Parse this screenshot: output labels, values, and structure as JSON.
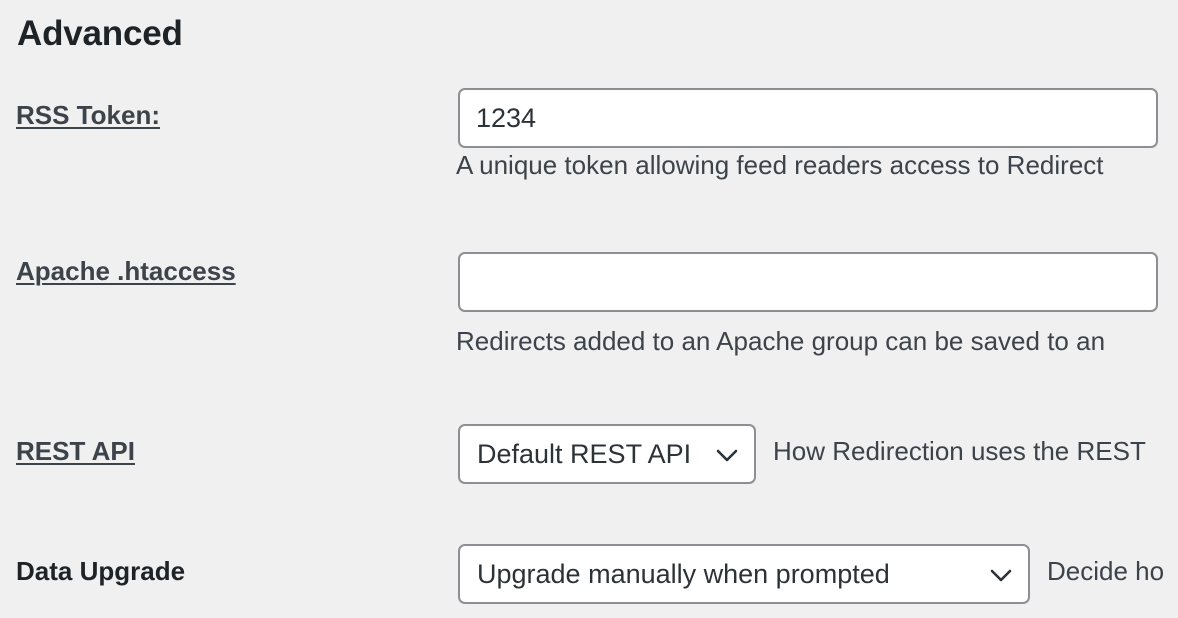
{
  "section": {
    "title": "Advanced"
  },
  "rss": {
    "label": "RSS Token:",
    "value": "1234",
    "description": "A unique token allowing feed readers access to Redirect"
  },
  "apache": {
    "label": "Apache .htaccess",
    "value": "",
    "description": "Redirects added to an Apache group can be saved to an"
  },
  "rest": {
    "label": "REST API",
    "selected": "Default REST API",
    "description": "How Redirection uses the REST"
  },
  "upgrade": {
    "label": "Data Upgrade",
    "selected": "Upgrade manually when prompted",
    "description": "Decide ho"
  },
  "icons": {
    "dropdown": "chevron-down-icon"
  }
}
